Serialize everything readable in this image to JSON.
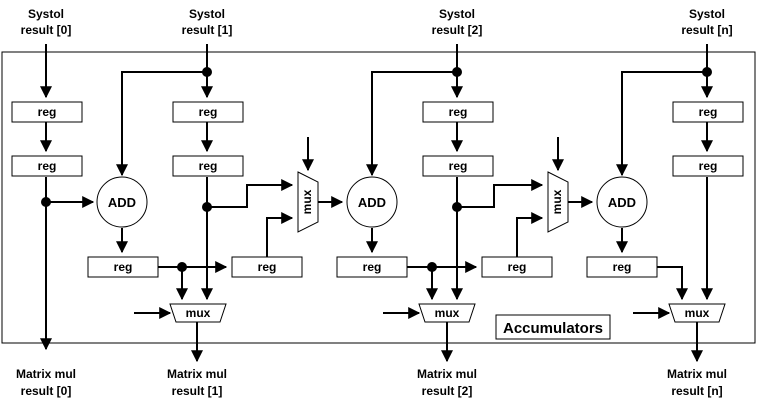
{
  "inputs": {
    "result0": [
      "Systol",
      "result [0]"
    ],
    "result1": [
      "Systol",
      "result [1]"
    ],
    "result2": [
      "Systol",
      "result [2]"
    ],
    "resultn": [
      "Systol",
      "result [n]"
    ]
  },
  "outputs": {
    "result0": [
      "Matrix mul",
      "result [0]"
    ],
    "result1": [
      "Matrix mul",
      "result [1]"
    ],
    "result2": [
      "Matrix mul",
      "result [2]"
    ],
    "resultn": [
      "Matrix mul",
      "result [n]"
    ]
  },
  "blocks": {
    "reg": "reg",
    "add": "ADD",
    "mux": "mux"
  },
  "container_label": "Accumulators"
}
